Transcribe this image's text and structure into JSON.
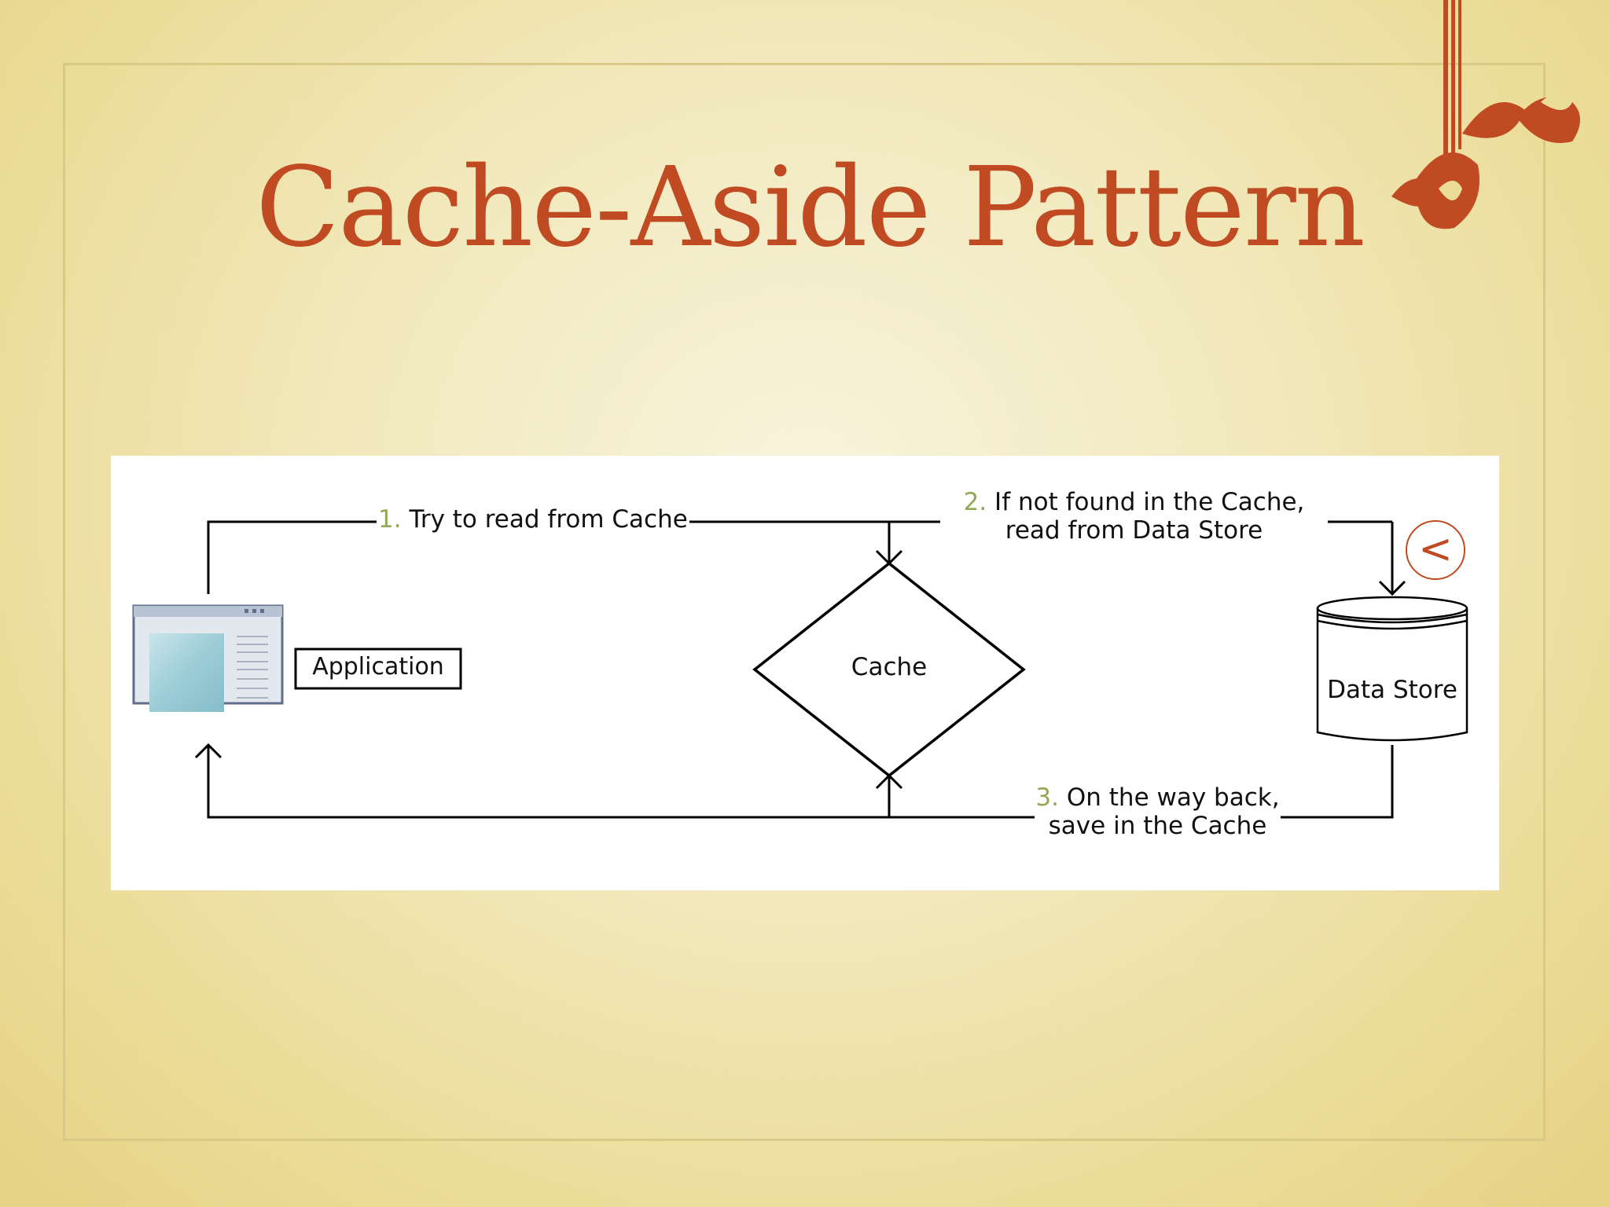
{
  "slide": {
    "title": "Cache-Aside Pattern"
  },
  "diagram": {
    "nodes": {
      "application": "Application",
      "cache": "Cache",
      "data_store": "Data Store"
    },
    "steps": [
      {
        "num": "1.",
        "text": "Try to read from Cache"
      },
      {
        "num": "2.",
        "line1": "If not found in the Cache,",
        "line2": "read from Data Store"
      },
      {
        "num": "3.",
        "line1": "On the way back,",
        "line2": "save in the Cache"
      }
    ]
  },
  "nav": {
    "back_glyph": "<"
  },
  "colors": {
    "title": "#c04a22",
    "step_number": "#93a855",
    "background": "#f2e9bd"
  }
}
